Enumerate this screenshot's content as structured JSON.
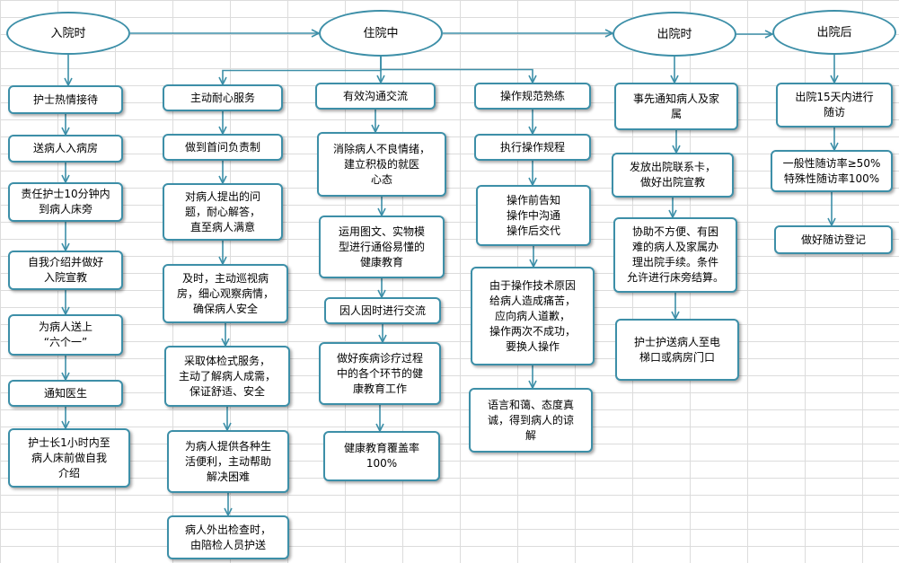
{
  "stages": [
    {
      "id": "s1",
      "label": "入院时"
    },
    {
      "id": "s2",
      "label": "住院中"
    },
    {
      "id": "s3",
      "label": "出院时"
    },
    {
      "id": "s4",
      "label": "出院后"
    }
  ],
  "nodes": [
    {
      "id": "a1",
      "label": "护士热情接待"
    },
    {
      "id": "a2",
      "label": "送病人入病房"
    },
    {
      "id": "a3",
      "label": "责任护士10分钟内\n到病人床旁"
    },
    {
      "id": "a4",
      "label": "自我介绍并做好\n入院宣教"
    },
    {
      "id": "a5",
      "label": "为病人送上\n“六个一”"
    },
    {
      "id": "a6",
      "label": "通知医生"
    },
    {
      "id": "a7",
      "label": "护士长1小时内至\n病人床前做自我\n介绍"
    },
    {
      "id": "b1",
      "label": "主动耐心服务"
    },
    {
      "id": "b2",
      "label": "做到首问负责制"
    },
    {
      "id": "b3",
      "label": "对病人提出的问\n题，耐心解答，\n直至病人满意"
    },
    {
      "id": "b4",
      "label": "及时，主动巡视病\n房，细心观察病情，\n确保病人安全"
    },
    {
      "id": "b5",
      "label": "采取体检式服务，\n主动了解病人成需，\n保证舒适、安全"
    },
    {
      "id": "b6",
      "label": "为病人提供各种生\n活便利，主动帮助\n解决困难"
    },
    {
      "id": "b7",
      "label": "病人外出检查时，\n由陪检人员护送"
    },
    {
      "id": "c1",
      "label": "有效沟通交流"
    },
    {
      "id": "c2",
      "label": "消除病人不良情绪，\n建立积极的就医\n心态"
    },
    {
      "id": "c3",
      "label": "运用图文、实物模\n型进行通俗易懂的\n健康教育"
    },
    {
      "id": "c4",
      "label": "因人因时进行交流"
    },
    {
      "id": "c5",
      "label": "做好疾病诊疗过程\n中的各个环节的健\n康教育工作"
    },
    {
      "id": "c6",
      "label": "健康教育覆盖率\n100%"
    },
    {
      "id": "d1",
      "label": "操作规范熟练"
    },
    {
      "id": "d2",
      "label": "执行操作规程"
    },
    {
      "id": "d3",
      "label": "操作前告知\n操作中沟通\n操作后交代"
    },
    {
      "id": "d4",
      "label": "由于操作技术原因\n给病人造成痛苦，\n应向病人道歉，\n操作两次不成功，\n要换人操作"
    },
    {
      "id": "d5",
      "label": "语言和蔼、态度真\n诚，得到病人的谅\n解"
    },
    {
      "id": "e1",
      "label": "事先通知病人及家\n属"
    },
    {
      "id": "e2",
      "label": "发放出院联系卡，\n做好出院宣教"
    },
    {
      "id": "e3",
      "label": "协助不方便、有困\n难的病人及家属办\n理出院手续。条件\n允许进行床旁结算。"
    },
    {
      "id": "e4",
      "label": "护士护送病人至电\n梯口或病房门口"
    },
    {
      "id": "f1",
      "label": "出院15天内进行\n随访"
    },
    {
      "id": "f2",
      "label": "一般性随访率≥50%\n特殊性随访率100%"
    },
    {
      "id": "f3",
      "label": "做好随访登记"
    }
  ],
  "edges": [
    [
      "s1",
      "s2"
    ],
    [
      "s2",
      "s3"
    ],
    [
      "s3",
      "s4"
    ],
    [
      "s1",
      "a1"
    ],
    [
      "a1",
      "a2"
    ],
    [
      "a2",
      "a3"
    ],
    [
      "a3",
      "a4"
    ],
    [
      "a4",
      "a5"
    ],
    [
      "a5",
      "a6"
    ],
    [
      "a6",
      "a7"
    ],
    [
      "s2",
      "b1"
    ],
    [
      "s2",
      "c1"
    ],
    [
      "s2",
      "d1"
    ],
    [
      "b1",
      "b2"
    ],
    [
      "b2",
      "b3"
    ],
    [
      "b3",
      "b4"
    ],
    [
      "b4",
      "b5"
    ],
    [
      "b5",
      "b6"
    ],
    [
      "b6",
      "b7"
    ],
    [
      "c1",
      "c2"
    ],
    [
      "c2",
      "c3"
    ],
    [
      "c3",
      "c4"
    ],
    [
      "c4",
      "c5"
    ],
    [
      "c5",
      "c6"
    ],
    [
      "d1",
      "d2"
    ],
    [
      "d2",
      "d3"
    ],
    [
      "d3",
      "d4"
    ],
    [
      "d4",
      "d5"
    ],
    [
      "s3",
      "e1"
    ],
    [
      "e1",
      "e2"
    ],
    [
      "e2",
      "e3"
    ],
    [
      "e3",
      "e4"
    ],
    [
      "s4",
      "f1"
    ],
    [
      "f1",
      "f2"
    ],
    [
      "f2",
      "f3"
    ]
  ],
  "colors": {
    "node_border": "#3d8fa8",
    "arrow": "#3d8fa8",
    "grid": "#dcdcdc"
  }
}
